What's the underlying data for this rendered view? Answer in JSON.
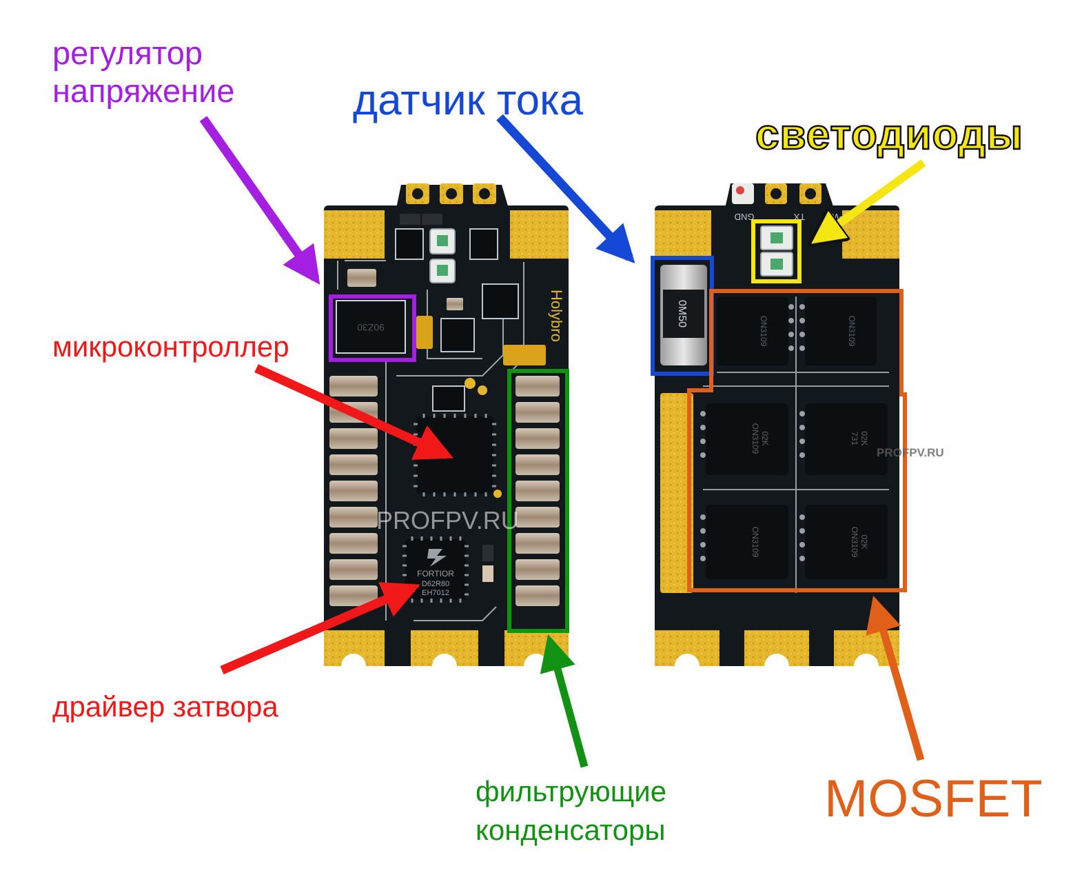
{
  "labels": {
    "regulator_line1": "регулятор",
    "regulator_line2": "напряжение",
    "current_sensor": "датчик тока",
    "leds": "светодиоды",
    "microcontroller": "микроконтроллер",
    "gate_driver": "драйвер затвора",
    "filter_line1": "фильтрующие",
    "filter_line2": "конденсаторы",
    "mosfet": "MOSFET"
  },
  "watermarks": {
    "left_board": "PROFPV.RU",
    "right_board": "PROFPV.RU"
  },
  "chip_markings": {
    "gate_driver_chip": [
      "FORTIOR",
      "D62R80",
      "EH7012"
    ],
    "shunt": "0M50",
    "mosfet": [
      "ON3109",
      "731",
      "02K"
    ],
    "brand": "Holybro",
    "header_pads": [
      "GND",
      "TX",
      "PWM"
    ]
  },
  "colors": {
    "regulator": "#a51fe3",
    "current_sensor": "#1648d6",
    "leds": "#f4e612",
    "microcontroller": "#f01818",
    "gate_driver": "#f01818",
    "filter_capacitors": "#129212",
    "mosfet": "#e0601a",
    "pcb": "#13181c",
    "gold": "#e3b62b"
  }
}
